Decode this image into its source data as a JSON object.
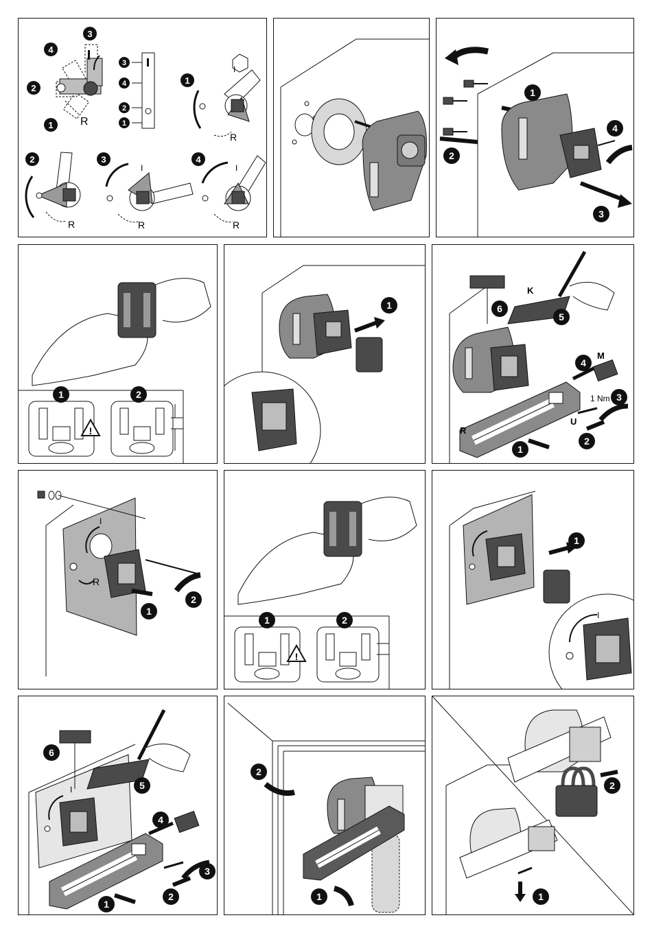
{
  "markers": {
    "one": "1",
    "two": "2",
    "three": "3",
    "four": "4",
    "five": "5",
    "six": "6"
  },
  "switch_positions": {
    "on": "I",
    "reset": "R"
  },
  "part_letters": {
    "k": "K",
    "m": "M",
    "r": "R",
    "u": "U"
  },
  "torque": "1 Nm",
  "colors": {
    "line": "#111111",
    "dark_part": "#4a4a4a",
    "mid_part": "#8a8a8a",
    "light_part": "#c8c8c8",
    "panel_plate": "#b4b4b4"
  },
  "icons": [
    "warning-icon",
    "wrench-icon",
    "screw-icon",
    "arrow-icon",
    "pen-icon",
    "hand-icon",
    "padlock-icon"
  ]
}
